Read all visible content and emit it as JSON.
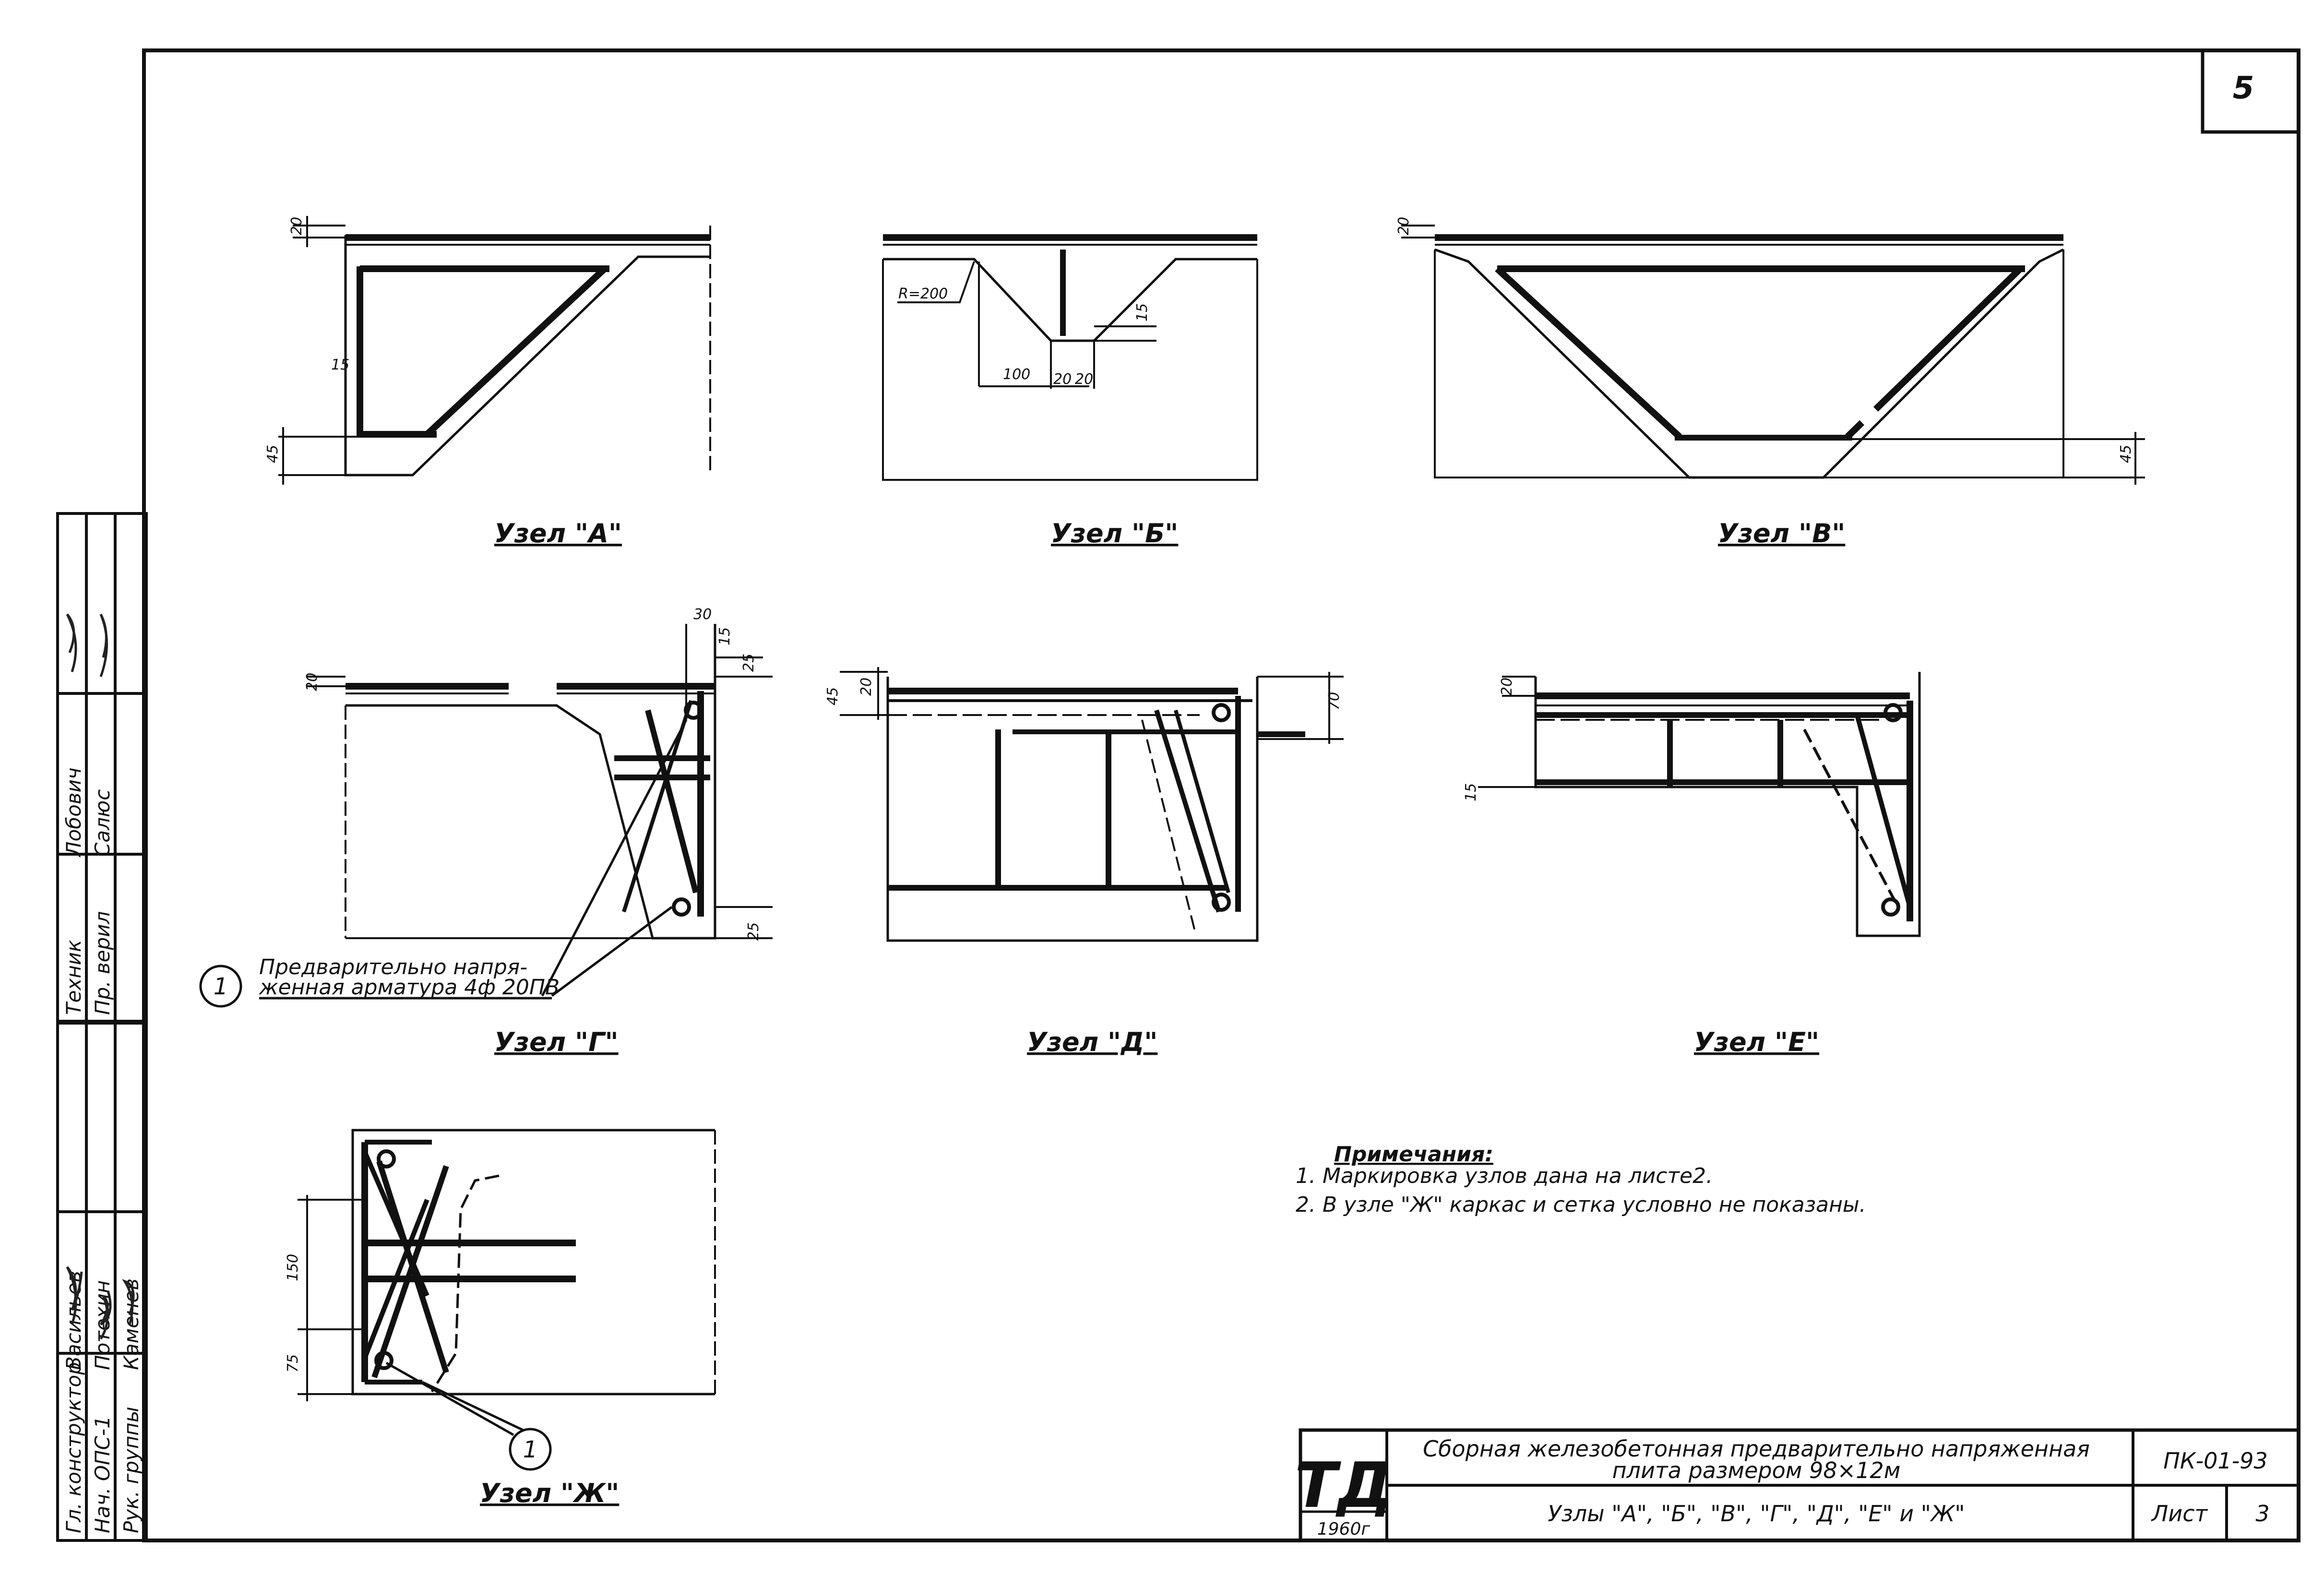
{
  "sheet_number": "5",
  "nodes": [
    {
      "id": "A",
      "label": "Узел \"А\"",
      "dims": [
        "20",
        "15",
        "45"
      ]
    },
    {
      "id": "B",
      "label": "Узел \"Б\"",
      "dims": [
        "R=200",
        "100",
        "20",
        "20",
        "15"
      ]
    },
    {
      "id": "V",
      "label": "Узел \"В\"",
      "dims": [
        "20",
        "45"
      ]
    },
    {
      "id": "G",
      "label": "Узел \"Г\"",
      "dims": [
        "20",
        "30",
        "15",
        "25",
        "25"
      ]
    },
    {
      "id": "D",
      "label": "Узел \"Д\"",
      "dims": [
        "45",
        "20",
        "70"
      ]
    },
    {
      "id": "E",
      "label": "Узел \"Е\"",
      "dims": [
        "20",
        "15"
      ]
    },
    {
      "id": "ZH",
      "label": "Узел \"Ж\"",
      "dims": [
        "150",
        "75"
      ]
    }
  ],
  "callout": {
    "number": "1",
    "text_line1": "Предварительно напря-",
    "text_line2": "женная арматура 4ф 20ПВ"
  },
  "notes": {
    "title": "Примечания:",
    "items": [
      "1. Маркировка узлов дана на листе2.",
      "2. В узле \"Ж\" каркас и сетка условно не показаны."
    ]
  },
  "title_block": {
    "logo": "ТД",
    "year": "1960г",
    "title_line1": "Сборная железобетонная предварительно напряженная",
    "title_line2": "плита размером 98×12м",
    "subtitle": "Узлы \"А\", \"Б\", \"В\", \"Г\", \"Д\", \"Е\" и \"Ж\"",
    "code": "ПК-01-93",
    "sheet_label": "Лист",
    "sheet_value": "3"
  },
  "side_stamp": {
    "rows": [
      {
        "role": "Гл. конструктор",
        "name": "Васильев"
      },
      {
        "role": "Нач. ОПС-1",
        "name": "Потехин"
      },
      {
        "role": "Рук. группы",
        "name": "Каменев"
      },
      {
        "role": "Техник",
        "name": "Лобович"
      },
      {
        "role": "Пр. верил",
        "name": "Салюс"
      }
    ]
  }
}
